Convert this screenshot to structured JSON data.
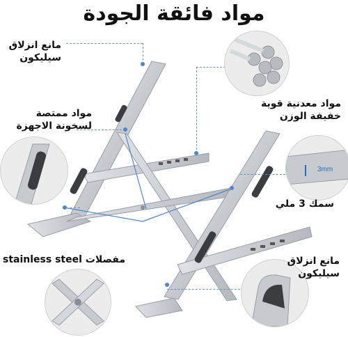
{
  "title": "مواد فائقة الجودة",
  "labels": {
    "top_left": "مانع انزلاق\nسيليكون",
    "top_right": "مواد معدنية قوية\nخفيفة الوزن",
    "mid_left": "مواد ممتصة\nلسخونة الاجهزة",
    "mid_right": "سمك 3 ملي",
    "thickness_tag": "3mm",
    "bottom_left": "stainless steel مفصلات",
    "bottom_right": "مانع انزلاق\nسيليكون"
  },
  "colors": {
    "accent_line": "#4f86c6",
    "metal": "#c9ccd0",
    "pad": "#3a3c40"
  }
}
